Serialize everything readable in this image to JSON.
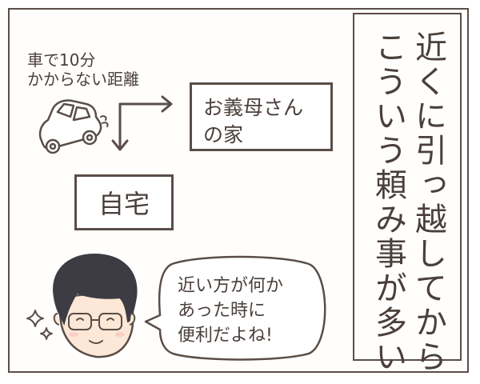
{
  "caption": {
    "line1": "近くに引っ越してから",
    "line2": "こういう頼み事が多い"
  },
  "diagram": {
    "distance_line1": "車で10分",
    "distance_line2": "かからない距離",
    "mother_home_line1": "お義母さん",
    "mother_home_line2": "の家",
    "own_home": "自宅"
  },
  "speech": {
    "line1": "近い方が何か",
    "line2": "あった時に",
    "line3": "便利だよね!"
  },
  "colors": {
    "ink": "#4a3f3b",
    "hair": "#3d3c44",
    "skin": "#fde7d6"
  }
}
